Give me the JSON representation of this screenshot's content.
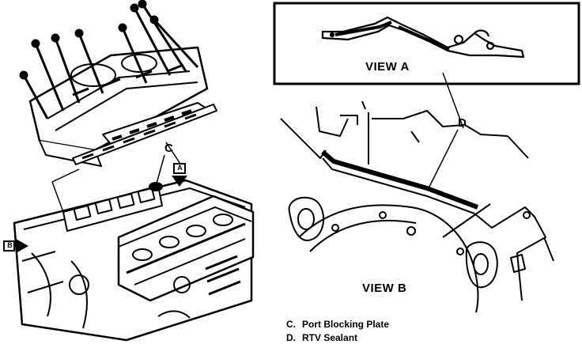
{
  "callouts": {
    "c": "C",
    "d": "D",
    "arrow_left": "B",
    "arrow_top": "A"
  },
  "view_a": {
    "title": "VIEW A"
  },
  "view_b": {
    "title": "VIEW B"
  },
  "legend": [
    {
      "key": "C.",
      "text": "Port Blocking Plate"
    },
    {
      "key": "D.",
      "text": "RTV Sealant"
    }
  ]
}
